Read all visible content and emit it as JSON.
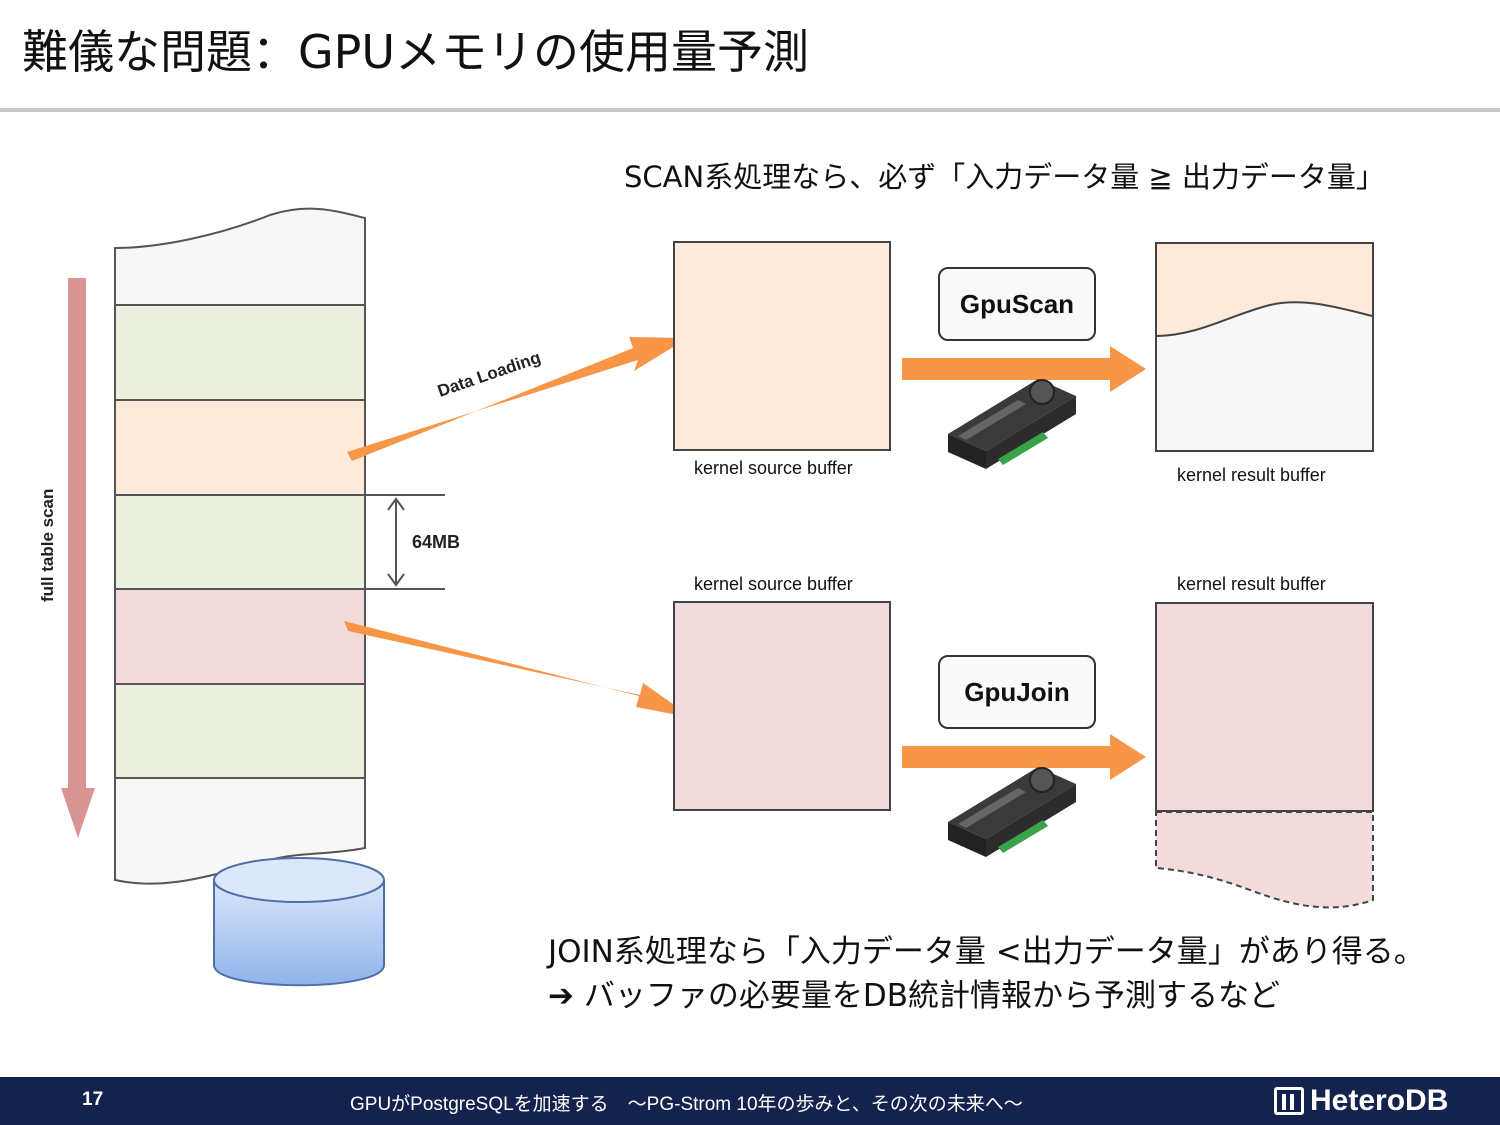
{
  "title": "難儀な問題：GPUメモリの使用量予測",
  "scan_note": "SCAN系処理なら、必ず「入力データ量 ≧ 出力データ量」",
  "join_note_line1": "JOIN系処理なら「入力データ量 <出力データ量」があり得る。",
  "join_note_line2": "➔ バッファの必要量をDB統計情報から予測するなど",
  "side_label": "full table scan",
  "chunk_label": "64MB",
  "data_loading_label": "Data Loading",
  "scan": {
    "source_label": "kernel source buffer",
    "result_label": "kernel result buffer",
    "button": "GpuScan"
  },
  "join": {
    "source_label": "kernel source buffer",
    "result_label": "kernel result buffer",
    "button": "GpuJoin"
  },
  "colors": {
    "arrow": "#f79646",
    "scan_fill": "#fdeadb",
    "join_fill": "#f2dcdb",
    "green_fill": "#ebf1de",
    "scan_arrow": "#d99594",
    "footer": "#14234d"
  },
  "icons": [
    "gpu-card-icon",
    "database-icon",
    "down-arrow-icon"
  ],
  "footer": {
    "page": "17",
    "title": "GPUがPostgreSQLを加速する　～PG-Strom 10年の歩みと、その次の未来へ～",
    "logo": "HeteroDB"
  }
}
